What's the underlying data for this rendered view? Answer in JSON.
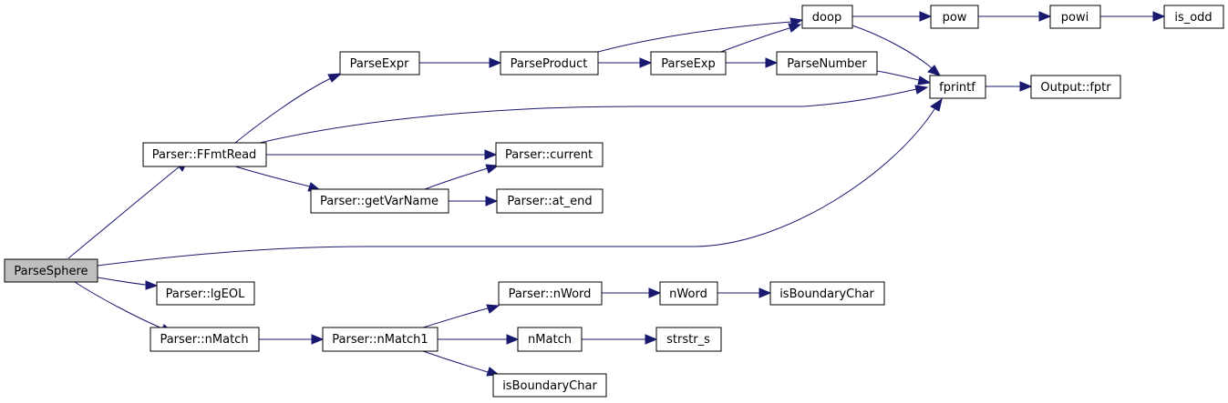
{
  "nodes": {
    "parse_sphere": "ParseSphere",
    "ffmt_read": "Parser::FFmtRead",
    "lg_eol": "Parser::lgEOL",
    "n_match": "Parser::nMatch",
    "parse_expr": "ParseExpr",
    "current": "Parser::current",
    "get_var_name": "Parser::getVarName",
    "at_end": "Parser::at_end",
    "parse_product": "ParseProduct",
    "parse_exp": "ParseExp",
    "parse_number": "ParseNumber",
    "doop": "doop",
    "pow": "pow",
    "powi": "powi",
    "is_odd": "is_odd",
    "fprintf": "fprintf",
    "output_fptr": "Output::fptr",
    "n_match1": "Parser::nMatch1",
    "p_nword": "Parser::nWord",
    "nword": "nWord",
    "is_boundary_char_top": "isBoundaryChar",
    "nmatch_fn": "nMatch",
    "strstr_s": "strstr_s",
    "is_boundary_char_bottom": "isBoundaryChar"
  },
  "colors": {
    "edge": "#191970",
    "node_border": "#000000",
    "root_fill": "#bfbfbf",
    "node_fill": "#ffffff"
  }
}
